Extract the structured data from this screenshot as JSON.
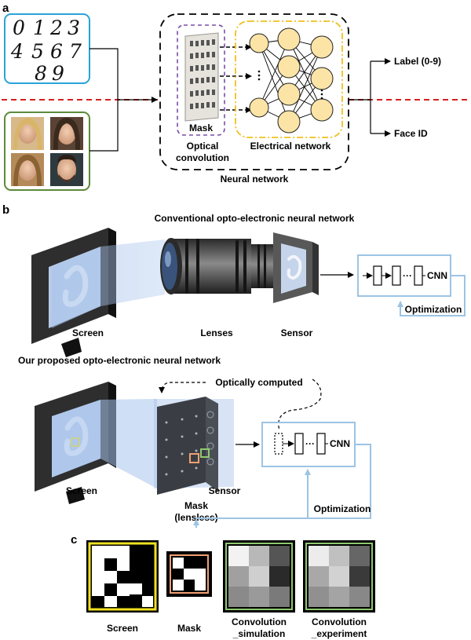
{
  "panels": {
    "a": "a",
    "b": "b",
    "c": "c"
  },
  "panel_a": {
    "digits_row1": [
      "0",
      "1",
      "2",
      "3"
    ],
    "digits_row2": [
      "4",
      "5",
      "6",
      "7"
    ],
    "digits_row3": [
      "8",
      "9"
    ],
    "mask_label": "Mask",
    "optical_label": "Optical",
    "optical_label2": "convolution",
    "electrical_label": "Electrical network",
    "neural_label": "Neural network",
    "output_label": "Label (0-9)",
    "output_face": "Face ID"
  },
  "panel_b": {
    "conventional_title": "Conventional opto-electronic neural network",
    "proposed_title": "Our proposed opto-electronic neural network",
    "screen_label": "Screen",
    "lenses_label": "Lenses",
    "sensor_label": "Sensor",
    "cnn_label": "CNN",
    "optimization_label": "Optimization",
    "ellipsis": "···",
    "optically_computed": "Optically computed",
    "screen_label2": "Screen",
    "mask_label": "Mask",
    "lensless_label": "(lensless)",
    "sensor_label2": "Sensor",
    "cnn_label2": "CNN",
    "optimization_label2": "Optimization"
  },
  "panel_c": {
    "screen_label": "Screen",
    "mask_label": "Mask",
    "conv_sim_label1": "Convolution",
    "conv_sim_label2": "_simulation",
    "conv_exp_label1": "Convolution",
    "conv_exp_label2": "_experiment"
  },
  "colors": {
    "digits_frame": "#2aa3d8",
    "faces_frame": "#5c8a3a",
    "divider": "#d62020",
    "mask_frame": "#7a4ea6",
    "electrical_frame": "#f0c020",
    "neuron_fill": "#fbe4a6",
    "light_beam": "#a8c4ec",
    "cnn_frame": "#9cc4e4",
    "screen_marker": "#f0e020",
    "mask_marker": "#f0a070",
    "sensor_marker": "#90c870"
  }
}
